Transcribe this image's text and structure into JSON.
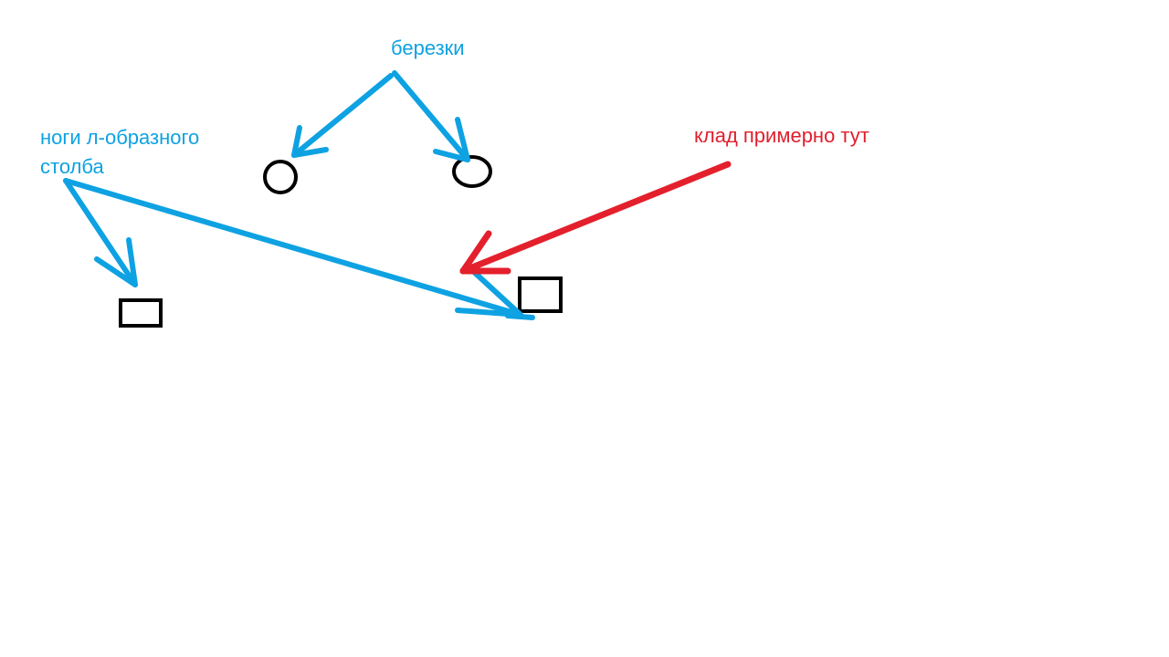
{
  "labels": {
    "birches": "березки",
    "pole_legs_line1": "ноги л-образного",
    "pole_legs_line2": "столба",
    "treasure": "клад примерно тут"
  },
  "colors": {
    "annotation_blue": "#0ea2e2",
    "annotation_red": "#e4202c",
    "shapes_black": "#000000",
    "background": "#ffffff"
  }
}
